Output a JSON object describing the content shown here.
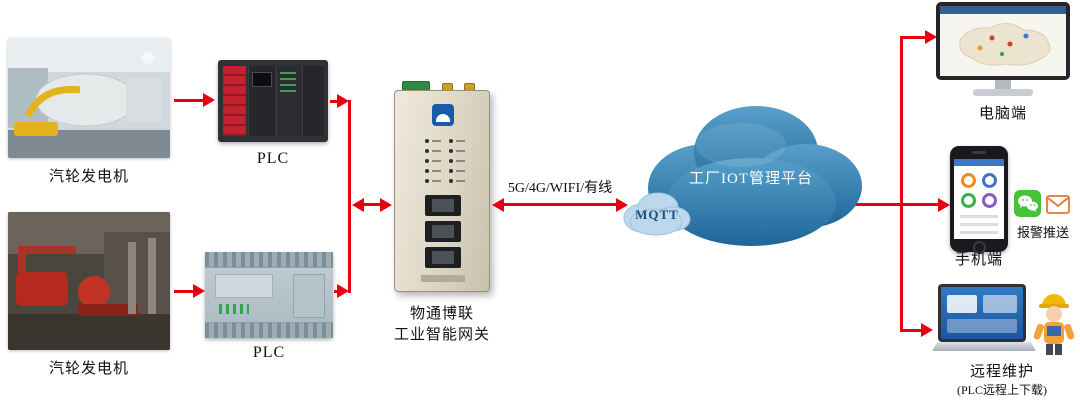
{
  "nodes": {
    "generator_top": {
      "label": "汽轮发电机"
    },
    "plc_top": {
      "label": "PLC"
    },
    "generator_bottom": {
      "label": "汽轮发电机"
    },
    "plc_bottom": {
      "label": "PLC"
    },
    "gateway": {
      "name_line1": "物通博联",
      "name_line2": "工业智能网关"
    },
    "link": {
      "label": "5G/4G/WIFI/有线",
      "protocol": "MQTT"
    },
    "cloud": {
      "label": "工厂IOT管理平台"
    },
    "pc": {
      "label": "电脑端"
    },
    "phone": {
      "label": "手机端",
      "push_label": "报警推送"
    },
    "remote": {
      "label": "远程维护",
      "sublabel": "(PLC远程上下载)"
    }
  },
  "icons": {
    "wechat": "wechat-chat-bubbles",
    "mail": "envelope"
  },
  "colors": {
    "arrow_red": "#e60012",
    "cloud_blue_light": "#58a0ca",
    "cloud_blue_dark": "#1e6697",
    "mqtt_blue": "#bcd9ec",
    "mqtt_text": "#1d4e79",
    "wechat_green": "#45c13a",
    "mail_orange": "#e8762a"
  }
}
